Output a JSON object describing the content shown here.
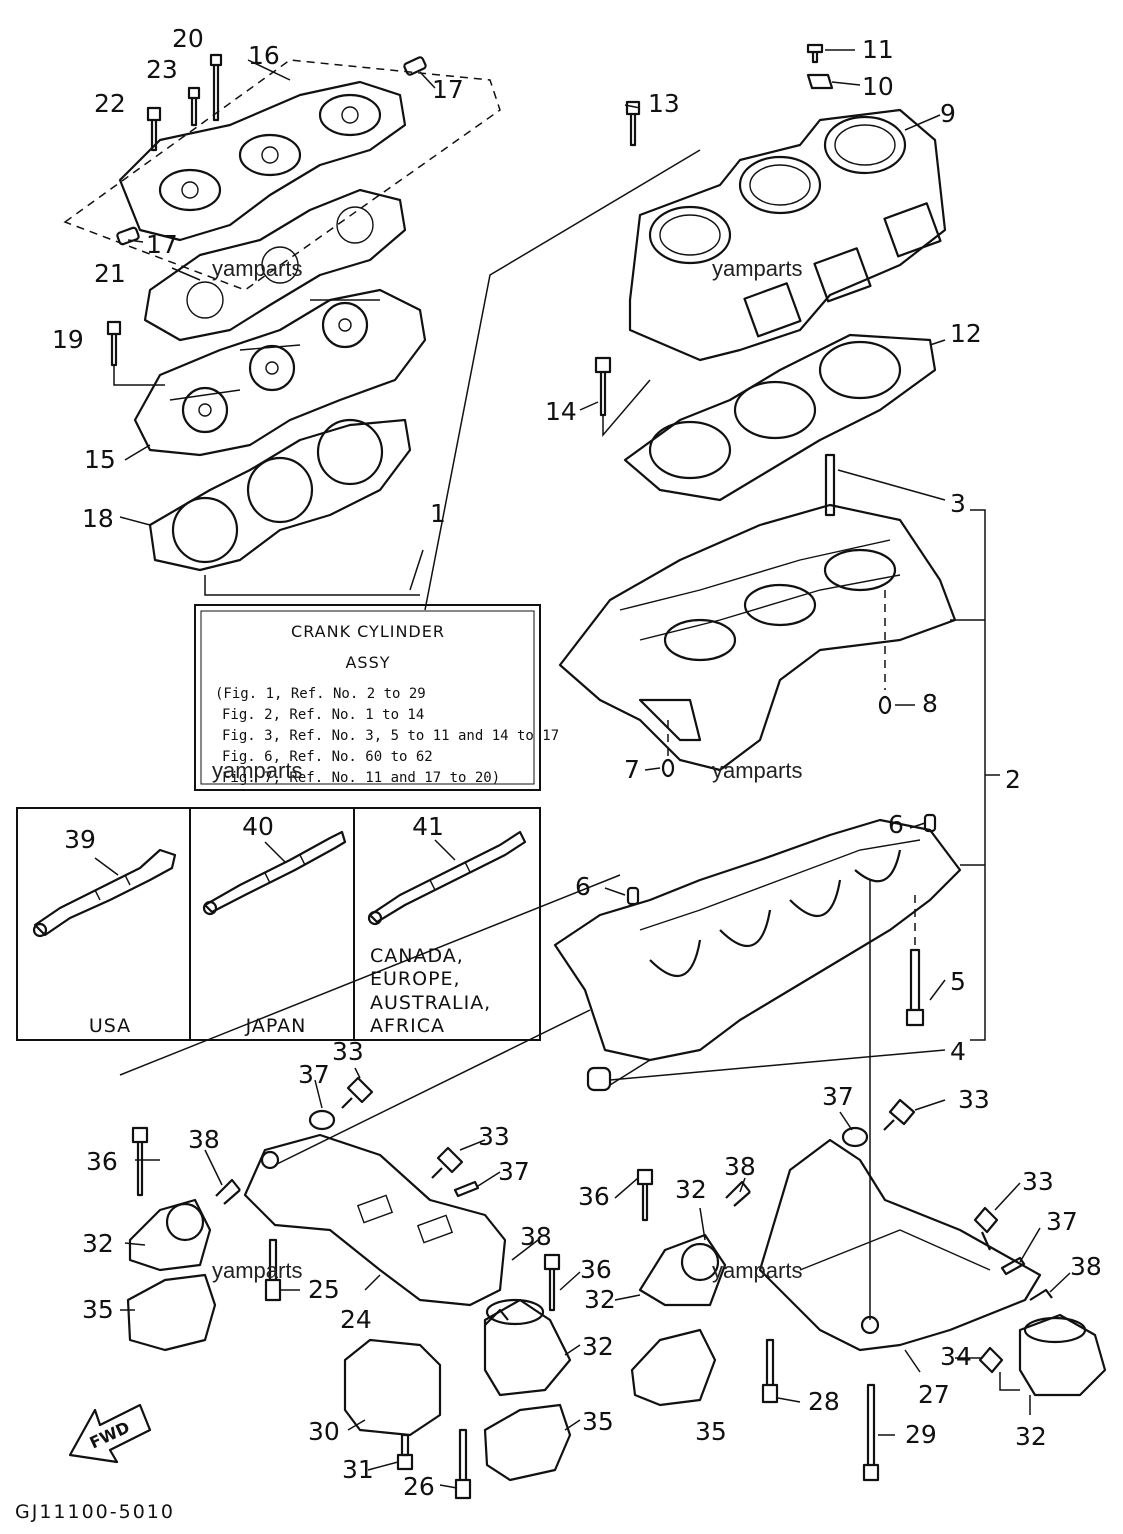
{
  "figure_code": "GJ11100-5010",
  "watermark": "yamparts",
  "fwd_label": "FWD",
  "assembly_note": {
    "title_line1": "CRANK CYLINDER",
    "title_line2": "ASSY",
    "lines": [
      "(Fig. 1, Ref. No. 2 to 29",
      "Fig. 2, Ref. No. 1 to 14",
      "Fig. 3, Ref. No. 3, 5 to 11 and 14 to 17",
      "Fig. 6, Ref. No. 60 to 62",
      "Fig. 7, Ref. No. 11 and 17 to 20)"
    ]
  },
  "shaft_variants": [
    {
      "ref": "39",
      "region": "USA"
    },
    {
      "ref": "40",
      "region": "JAPAN"
    },
    {
      "ref": "41",
      "region_lines": [
        "CANADA,",
        "EUROPE,",
        "AUSTRALIA,",
        "AFRICA"
      ]
    }
  ],
  "callouts": {
    "c1": "1",
    "c2": "2",
    "c3": "3",
    "c4": "4",
    "c5": "5",
    "c6a": "6",
    "c6b": "6",
    "c7": "7",
    "c8": "8",
    "c9": "9",
    "c10": "10",
    "c11": "11",
    "c12": "12",
    "c13": "13",
    "c14": "14",
    "c15": "15",
    "c16": "16",
    "c17a": "17",
    "c17b": "17",
    "c18": "18",
    "c19": "19",
    "c20": "20",
    "c21": "21",
    "c22": "22",
    "c23": "23",
    "c24": "24",
    "c25": "25",
    "c26": "26",
    "c27": "27",
    "c28": "28",
    "c29": "29",
    "c30": "30",
    "c31": "31",
    "c32a": "32",
    "c32b": "32",
    "c32c": "32",
    "c32d": "32",
    "c32e": "32",
    "c33a": "33",
    "c33b": "33",
    "c33c": "33",
    "c33d": "33",
    "c34": "34",
    "c35a": "35",
    "c35b": "35",
    "c35c": "35",
    "c36a": "36",
    "c36b": "36",
    "c36c": "36",
    "c37a": "37",
    "c37b": "37",
    "c37c": "37",
    "c37d": "37",
    "c38a": "38",
    "c38b": "38",
    "c38c": "38",
    "c38d": "38"
  }
}
